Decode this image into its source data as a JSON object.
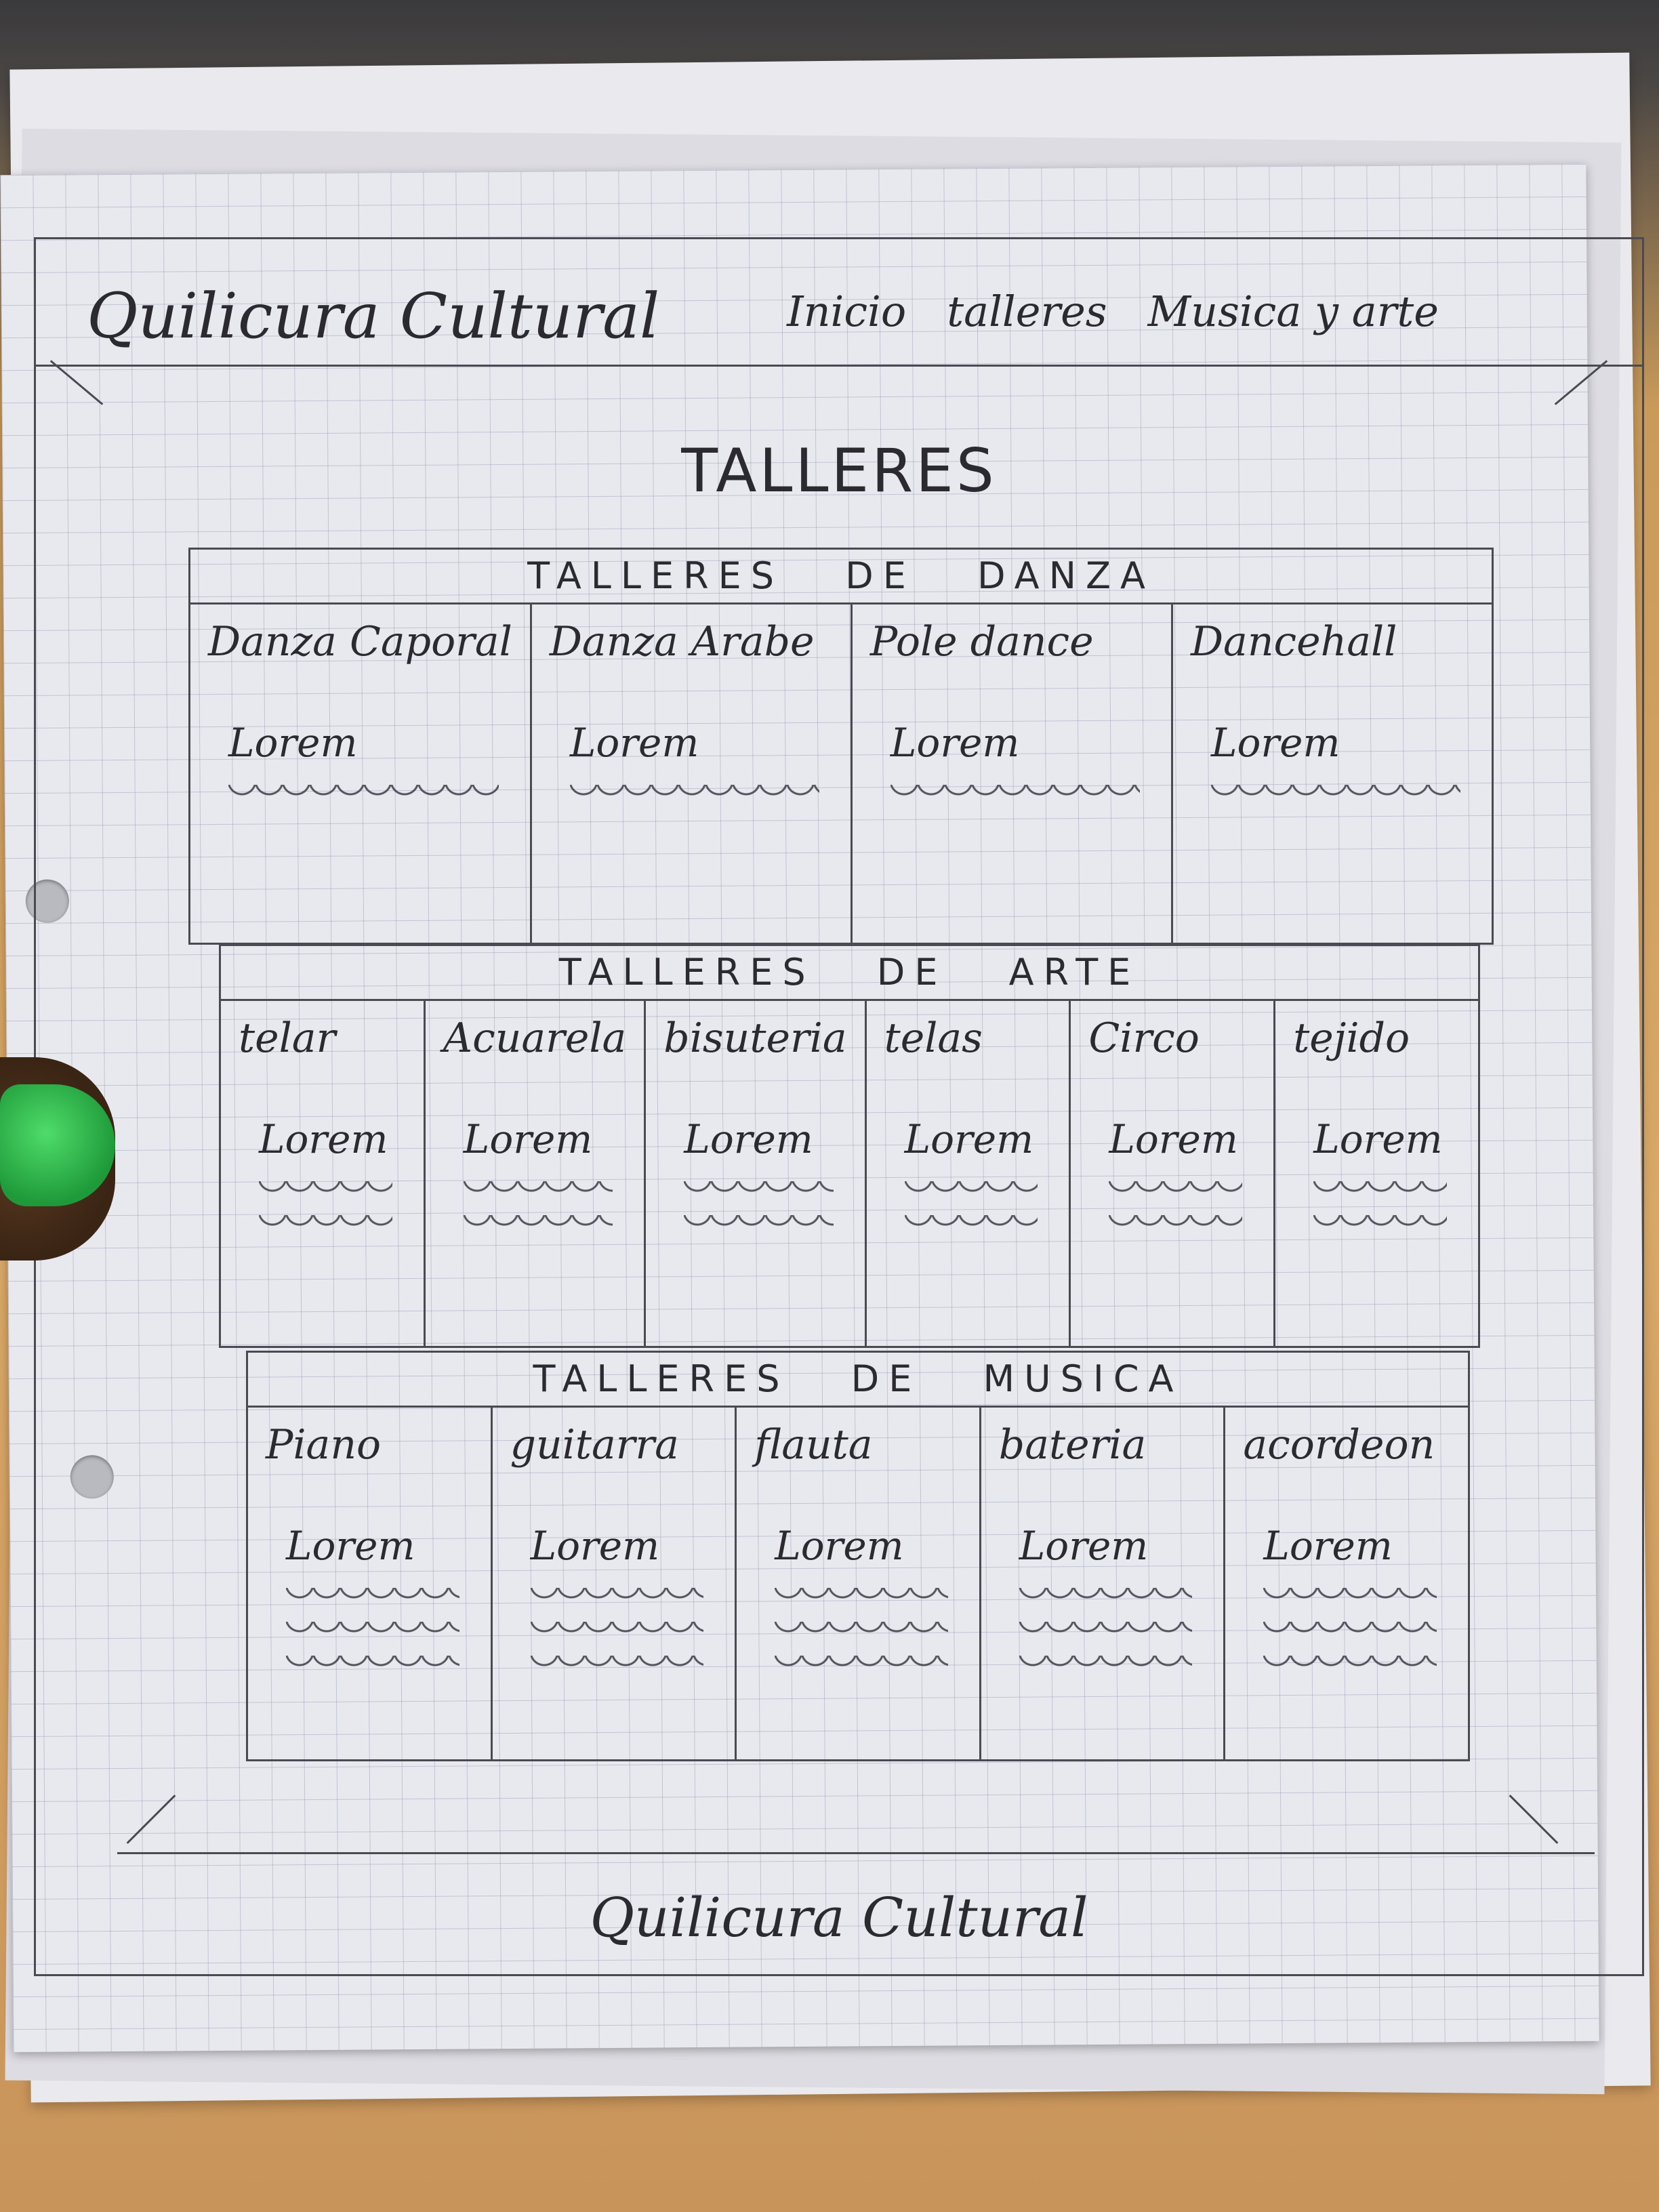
{
  "header": {
    "logo": "Quilicura Cultural",
    "nav": [
      "Inicio",
      "talleres",
      "Musica y arte"
    ]
  },
  "page_title": "TALLERES",
  "sections": [
    {
      "title": "TALLERES DE DANZA",
      "items": [
        {
          "name": "Danza Caporal",
          "text": "Lorem"
        },
        {
          "name": "Danza Arabe",
          "text": "Lorem"
        },
        {
          "name": "Pole dance",
          "text": "Lorem"
        },
        {
          "name": "Dancehall",
          "text": "Lorem"
        }
      ]
    },
    {
      "title": "TALLERES DE ARTE",
      "items": [
        {
          "name": "telar",
          "text": "Lorem"
        },
        {
          "name": "Acuarela",
          "text": "Lorem"
        },
        {
          "name": "bisuteria",
          "text": "Lorem"
        },
        {
          "name": "telas",
          "text": "Lorem"
        },
        {
          "name": "Circo",
          "text": "Lorem"
        },
        {
          "name": "tejido",
          "text": "Lorem"
        }
      ]
    },
    {
      "title": "TALLERES DE MUSICA",
      "items": [
        {
          "name": "Piano",
          "text": "Lorem"
        },
        {
          "name": "guitarra",
          "text": "Lorem"
        },
        {
          "name": "flauta",
          "text": "Lorem"
        },
        {
          "name": "bateria",
          "text": "Lorem"
        },
        {
          "name": "acordeon",
          "text": "Lorem"
        }
      ]
    }
  ],
  "footer": "Quilicura Cultural"
}
